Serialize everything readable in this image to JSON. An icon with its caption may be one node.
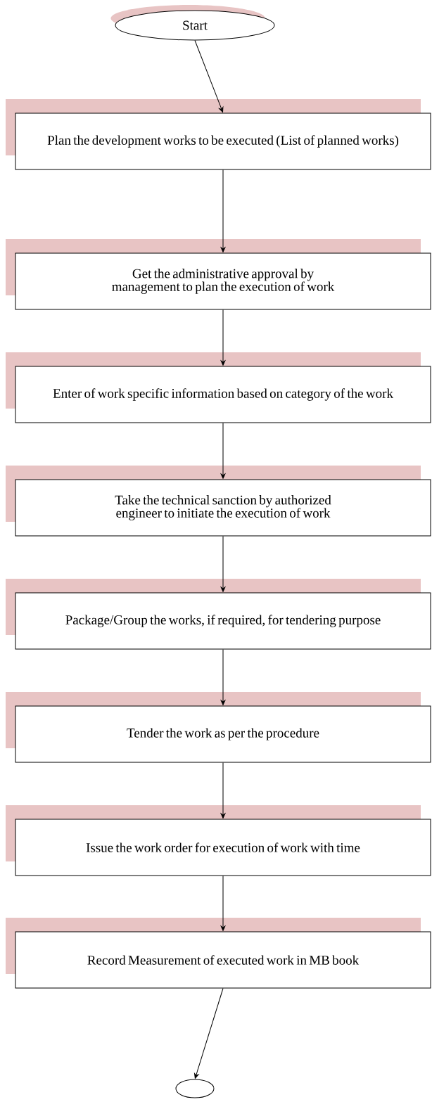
{
  "diagram": {
    "nodes": [
      {
        "text": [
          "Start"
        ]
      },
      {
        "text": [
          "Plan the development works to be executed (List of planned works)"
        ]
      },
      {
        "text": [
          "Get the administrative approval by management to plan the execution of work"
        ]
      },
      {
        "text": [
          "Enter of work specific information based on category of the work"
        ]
      },
      {
        "text": [
          "Take the technical sanction by authorized engineer to initiate the execution of work"
        ]
      },
      {
        "text": [
          "Package/Group the works, if required, for tendering purpose"
        ]
      },
      {
        "text": [
          "Tender the work as per the procedure"
        ]
      },
      {
        "text": [
          "Issue the work order for execution of work with time"
        ]
      },
      {
        "text": [
          "Record Measurement of executed work in MB book"
        ]
      },
      {
        "text": [],
        "shape": "ellipse"
      }
    ],
    "edges": [
      {
        "from": 0,
        "to": 1,
        "arrow": "to"
      },
      {
        "from": 1,
        "to": 2,
        "arrow": "to"
      },
      {
        "from": 2,
        "to": 3,
        "arrow": "to"
      },
      {
        "from": 3,
        "to": 4,
        "arrow": "to"
      },
      {
        "from": 4,
        "to": 5,
        "arrow": "to"
      },
      {
        "from": 5,
        "to": 6,
        "arrow": "to"
      },
      {
        "from": 6,
        "to": 7,
        "arrow": "to"
      },
      {
        "from": 7,
        "to": 8,
        "arrow": "to"
      },
      {
        "from": 8,
        "to": 9,
        "arrow": "to"
      }
    ]
  }
}
